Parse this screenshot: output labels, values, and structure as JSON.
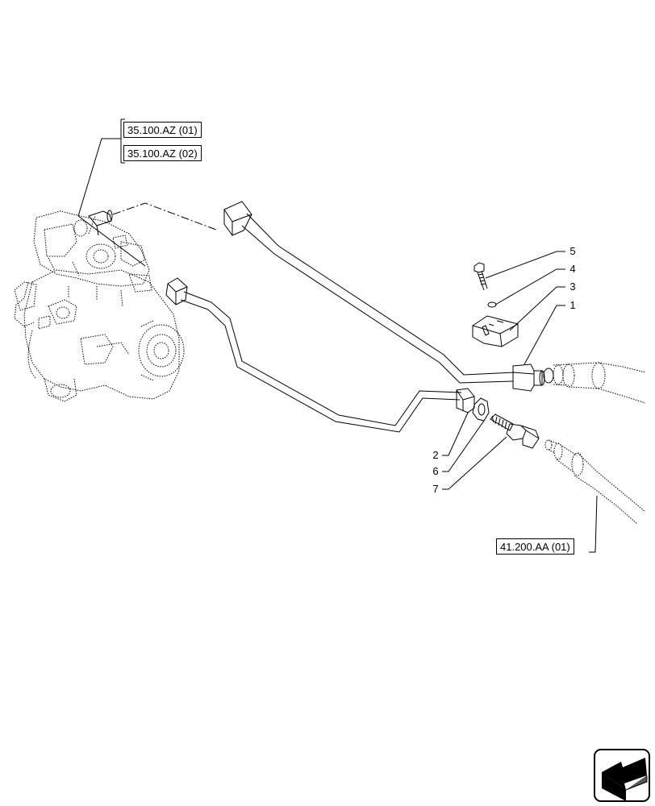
{
  "references": {
    "ref_1": "35.100.AZ (01)",
    "ref_2": "35.100.AZ (02)",
    "ref_3": "41.200.AA (01)"
  },
  "callouts": {
    "c1": "1",
    "c2": "2",
    "c3": "3",
    "c4": "4",
    "c5": "5",
    "c6": "6",
    "c7": "7"
  },
  "icons": {
    "nav": "next-page-arrow-icon"
  }
}
